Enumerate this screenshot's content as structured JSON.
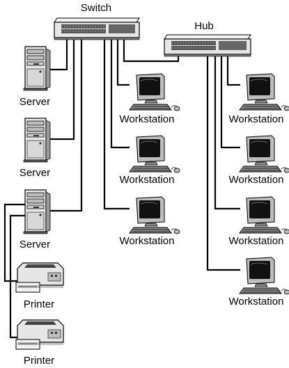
{
  "devices": {
    "switch_label": "Switch",
    "hub_label": "Hub",
    "server_label": "Server",
    "workstation_label": "Workstation",
    "printer_label": "Printer"
  }
}
